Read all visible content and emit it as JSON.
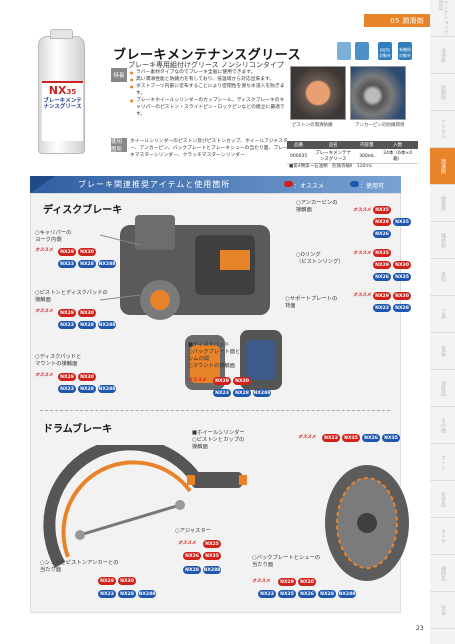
{
  "category": "05 潤滑剤",
  "side_tabs": [
    "ワークショップ用品",
    "洗浄剤",
    "防錆剤",
    "ケミカル",
    "潤滑剤",
    "接着剤",
    "補修剤",
    "塗料",
    "工具",
    "電装",
    "消耗品",
    "その他",
    "オイル",
    "化学品",
    "タイヤ",
    "補助品",
    "安全"
  ],
  "product": {
    "can_logo": "NX",
    "can_number": "35",
    "can_name": "ブレーキメンテナンスグリース",
    "title": "ブレーキメンテナンスグリース",
    "subtitle": "ブレーキ専用組付けグリース ノンシリコンタイプ",
    "badges": [
      "",
      "",
      "PRTR対象外",
      "有機則対象外"
    ]
  },
  "features": {
    "tag": "特長",
    "items": [
      "ラバー素材タイプなのでブレーキ全般に使用できます。",
      "高い潤滑性能と防錆力を有しており、低温域から対応出来ます。",
      "ダストブーツ内部に塗布することにより密閉性を保ち水浸入を防ぎます。",
      "ブレーキホイールシリンダーのカップシール、ディスクブレーキのキャリパーのピストン・スライドピン・ロックピンなどの組立に最適です。"
    ]
  },
  "usage": {
    "tag": "使用箇所",
    "text": "ホイールシリンダーのピストン及びピストンカップ、ホイールアジャスター、アンカーピン、バックプレートとブレーキシューの当たり面、ブレーキマスターシリンダー、クラッチマスターシリンダー"
  },
  "photos": {
    "left_caption": "ピストンの潤滑防錆",
    "right_caption": "アンカーピンの防錆潤滑"
  },
  "spec": {
    "headers": [
      "品番",
      "品名",
      "内容量",
      "入数"
    ],
    "row": [
      "000035",
      "ブレーキメンテナンスグリース",
      "300mL",
      "24本（6本×4箱）"
    ],
    "note": "■第4類第一石油類　危険等級Ⅱ　120mL"
  },
  "bar": {
    "title": "ブレーキ関連推奨アイテムと使用箇所",
    "legend_red": "：オススメ",
    "legend_blue": "：使用可"
  },
  "disc": {
    "title": "ディスクブレーキ",
    "notes": {
      "n1": "○キャリパーの\nヨーク内側",
      "n2": "○ピストンとディスクパッドの\n接触面",
      "n3": "○ディスクパッドと\nマウントの接触面",
      "n4": "○アンカーピンの\n接触面",
      "n5": "○Oリング\n（ピストンリング）",
      "n6": "○サポートプレートの\n背面",
      "n7": "■ディスクパッド\n○バックプレート面と\nシムの間\n○マウントの接触面"
    }
  },
  "drum": {
    "title": "ドラムブレーキ",
    "notes": {
      "n1": "■ホイールシリンダー\n○ピストンとカップの\n接触面",
      "n2": "○アジャスター",
      "n3": "○シューとピストンアンカーとの\n当たり面",
      "n4": "○バックプレートとシューの\n当たり面"
    }
  },
  "osusume": "オススメ",
  "pills": {
    "nx29": "NX29",
    "nx30": "NX30",
    "nx23": "NX23",
    "nx28": "NX28",
    "nx288": "NX288",
    "nx35": "NX35",
    "nx26": "NX26",
    "nx25": "NX25"
  },
  "page_number": "23"
}
